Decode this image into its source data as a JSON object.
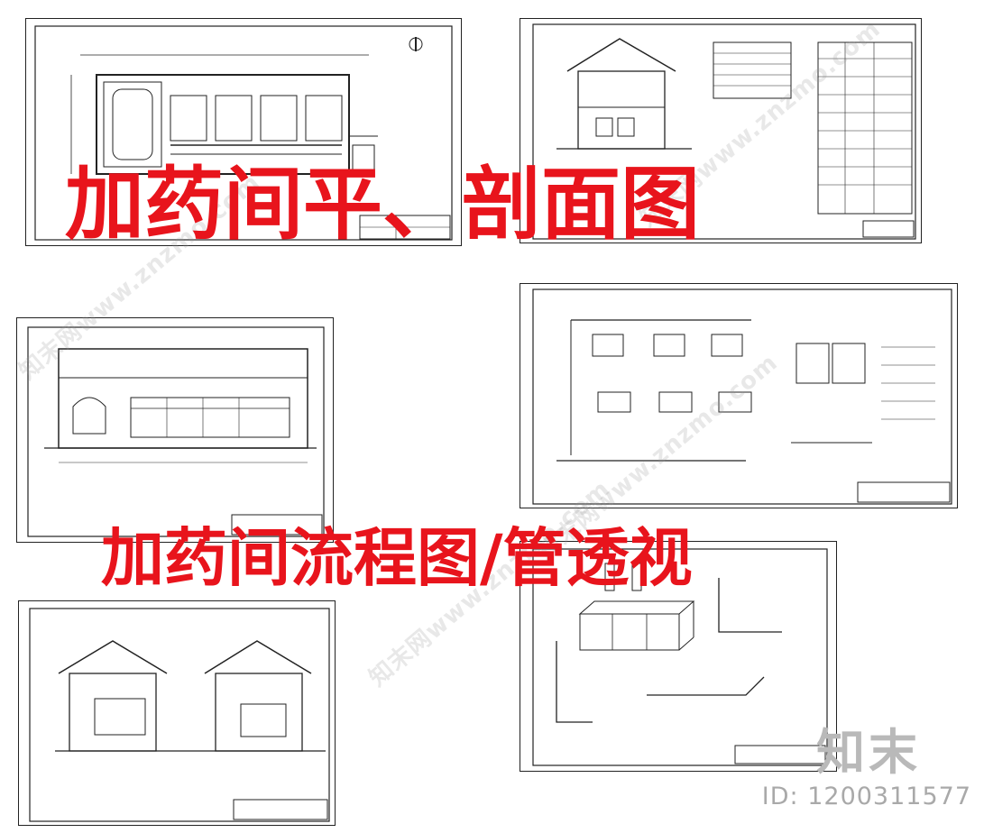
{
  "captions": {
    "plan_section": "加药间平、剖面图",
    "flow_pipe": "加药间流程图/管透视"
  },
  "watermark": {
    "brand": "知末",
    "id_label": "ID: 1200311577",
    "repeat_text": "知末网www.znzmo.com"
  },
  "colors": {
    "caption": "#e8141c",
    "line": "#222222",
    "watermark": "#b9b9b9"
  },
  "sheets": [
    {
      "name": "plan-sheet"
    },
    {
      "name": "section-table-sheet"
    },
    {
      "name": "long-section-sheet"
    },
    {
      "name": "flow-diagram-sheet"
    },
    {
      "name": "cross-section-sheet"
    },
    {
      "name": "pipe-isometric-sheet"
    }
  ]
}
